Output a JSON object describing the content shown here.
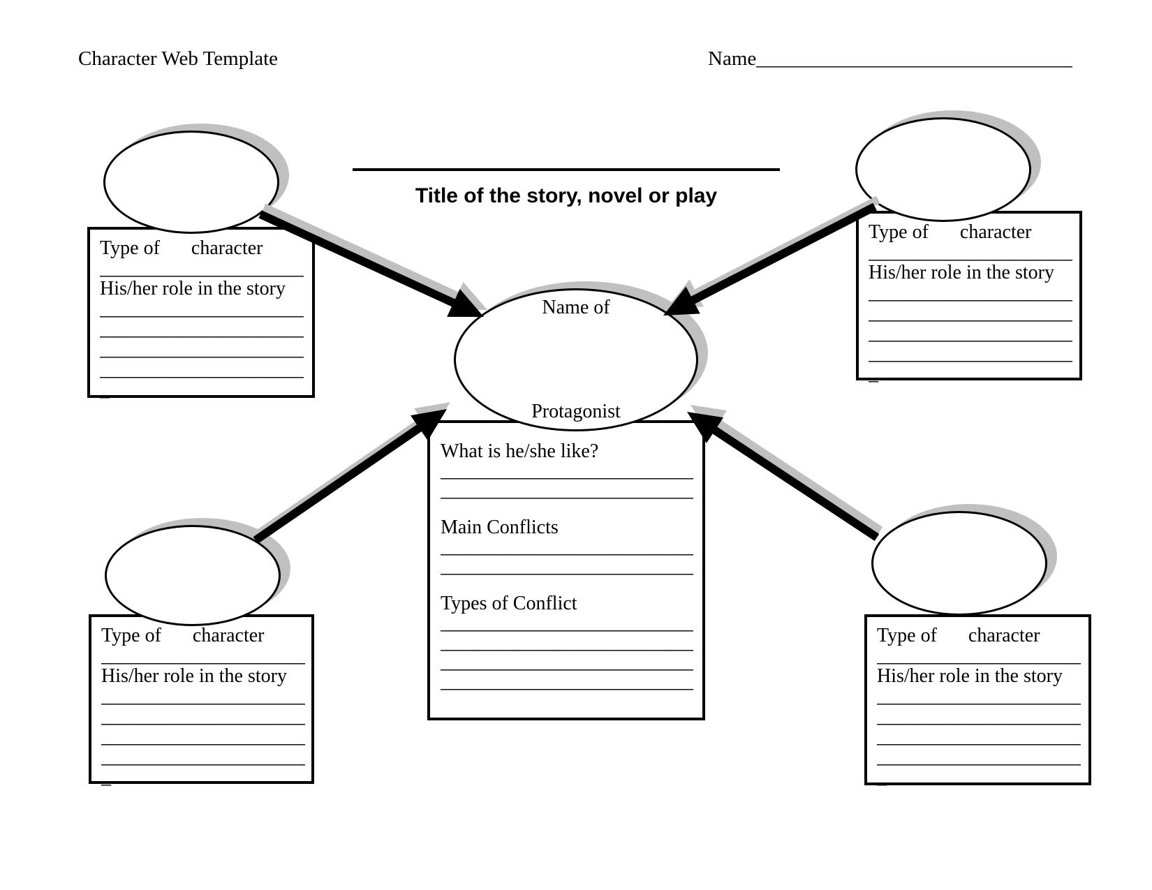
{
  "colors": {
    "ink": "#000000",
    "shadow_gray": "#c0c0c0",
    "paper": "#ffffff"
  },
  "header": {
    "doc_title": "Character Web Template",
    "name_label": "Name",
    "name_line": "____________________________________"
  },
  "story_title": {
    "label": "Title of the story, novel or play"
  },
  "center_oval": {
    "line1": "Name of",
    "line2": "Protagonist"
  },
  "corner_box": {
    "type_left": "Type of",
    "type_right": "character",
    "divider_line": "______________________",
    "role_label": "His/her role in the story",
    "write_line": "______________________",
    "end_mark": "_"
  },
  "center_box": {
    "q_like": "What is he/she like?",
    "q_main": "Main Conflicts",
    "q_types": "Types of Conflict",
    "write_line": "____________________________",
    "lines_after_like": 2,
    "lines_after_main": 2,
    "lines_after_types": 4
  },
  "diagram": {
    "arrow_count": 4,
    "arrow_style": "black with gray drop shadow",
    "oval_style": "white ellipse, black outline, gray drop shadow offset up-right"
  }
}
